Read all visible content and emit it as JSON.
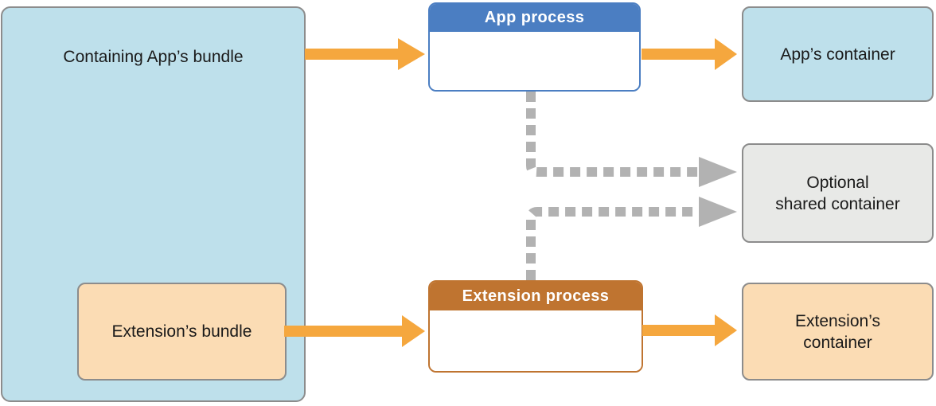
{
  "colors": {
    "canvas_bg": "#ffffff",
    "light_blue_fill": "#bee0eb",
    "peach_fill": "#fbdcb4",
    "gray_fill": "#e8e9e7",
    "box_border_gray": "#8c8c8c",
    "blue_accent": "#4b7ec2",
    "orange_accent": "#bf7430",
    "arrow_orange": "#f5a73e",
    "arrow_gray": "#b2b2b2",
    "header_text": "#ffffff",
    "label_text": "#1a1a1a"
  },
  "diagram": {
    "nodes": {
      "containing_app_bundle": {
        "label": "Containing App’s bundle"
      },
      "extension_bundle": {
        "label": "Extension’s bundle"
      },
      "app_process": {
        "title": "App process"
      },
      "extension_process": {
        "title": "Extension process"
      },
      "app_container": {
        "label": "App’s container"
      },
      "optional_shared_container": {
        "label": "Optional\nshared container"
      },
      "extension_container": {
        "label": "Extension’s\ncontainer"
      }
    },
    "edges": {
      "solid": [
        {
          "from": "Containing App’s bundle",
          "to": "App process"
        },
        {
          "from": "App process",
          "to": "App’s container"
        },
        {
          "from": "Extension’s bundle",
          "to": "Extension process"
        },
        {
          "from": "Extension process",
          "to": "Extension’s container"
        }
      ],
      "dashed": [
        {
          "from": "App process",
          "to": "Optional shared container"
        },
        {
          "from": "Extension process",
          "to": "Optional shared container"
        }
      ]
    }
  }
}
